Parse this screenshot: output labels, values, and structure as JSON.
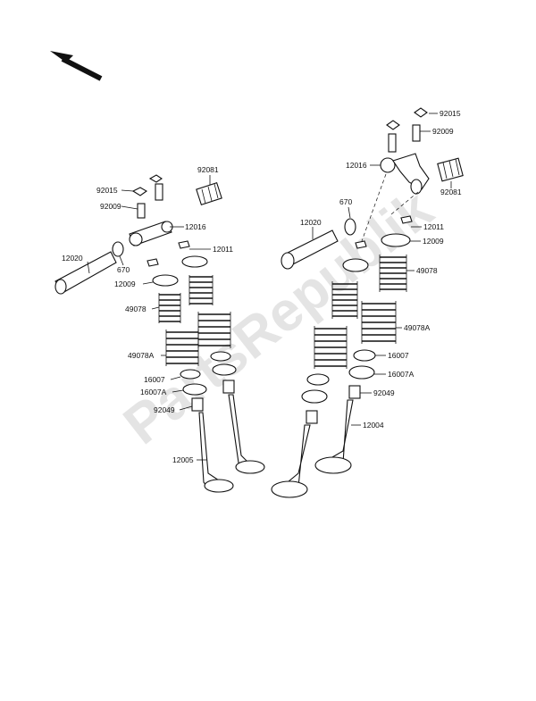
{
  "watermark": "PartsRepublik",
  "labels": {
    "l92015": "92015",
    "l92009": "92009",
    "l92081": "92081",
    "l12016": "12016",
    "l12011": "12011",
    "l12020": "12020",
    "l670": "670",
    "l12009": "12009",
    "l49078": "49078",
    "l49078A": "49078A",
    "l16007": "16007",
    "l16007A": "16007A",
    "l92049": "92049",
    "l12005": "12005",
    "l12004": "12004"
  }
}
